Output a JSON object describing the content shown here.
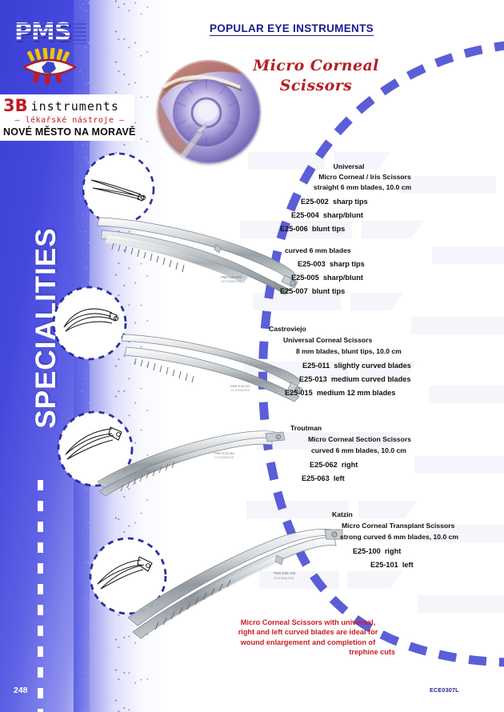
{
  "brand": {
    "logo_text": "PMS",
    "logo_icon": "eye-logo-icon",
    "name_3b": "3B",
    "name_instruments": "instruments",
    "tagline_cz": "— lékařské nástroje —",
    "city": "NOVÉ MĚSTO NA MORAVĚ",
    "side_tab": "SPECIALITIES"
  },
  "header": {
    "title": "POPULAR EYE INSTRUMENTS",
    "section_title_line1": "Micro Corneal",
    "section_title_line2": "Scissors"
  },
  "products": [
    {
      "id": "universal",
      "maker": "Universal",
      "name": "Micro Corneal / Iris Scissors",
      "spec": "straight 6 mm blades,  10.0 cm",
      "items": [
        {
          "code": "E25-002",
          "desc": "sharp tips"
        },
        {
          "code": "E25-004",
          "desc": "sharp/blunt"
        },
        {
          "code": "E25-006",
          "desc": "blunt tips"
        }
      ],
      "subgroup_spec": "curved 6 mm blades",
      "subgroup_items": [
        {
          "code": "E25-003",
          "desc": "sharp tips"
        },
        {
          "code": "E25-005",
          "desc": "sharp/blunt"
        },
        {
          "code": "E25-007",
          "desc": "blunt tips"
        }
      ]
    },
    {
      "id": "castroviejo",
      "maker": "Castroviejo",
      "name": "Universal Corneal Scissors",
      "spec": "8 mm blades, blunt tips, 10.0 cm",
      "items": [
        {
          "code": "E25-011",
          "desc": "slightly curved blades"
        },
        {
          "code": "E25-013",
          "desc": "medium curved blades"
        },
        {
          "code": "E25-015",
          "desc": "medium 12 mm blades"
        }
      ]
    },
    {
      "id": "troutman",
      "maker": "Troutman",
      "name": "Micro Corneal Section Scissors",
      "spec": "curved 6 mm blades, 10.0 cm",
      "items": [
        {
          "code": "E25-062",
          "desc": "right"
        },
        {
          "code": "E25-063",
          "desc": "left"
        }
      ]
    },
    {
      "id": "katzin",
      "maker": "Katzin",
      "name": "Micro Corneal Transplant Scissors",
      "spec": "strong curved 6 mm blades, 10.0 cm",
      "items": [
        {
          "code": "E25-100",
          "desc": "right"
        },
        {
          "code": "E25-101",
          "desc": "left"
        }
      ]
    }
  ],
  "footnote": {
    "line1": "Micro Corneal Scissors with universal,",
    "line2": "right and left curved blades are ideal for",
    "line3": "wound enlargement and completion of",
    "line4": "trephine cuts"
  },
  "footer": {
    "page_number": "248",
    "doc_code": "ECE0307L"
  },
  "figures": {
    "eye_photo_alt": "surgical-eye-closeup-photo",
    "insets": [
      "blade-tip-detail-straight",
      "blade-tip-detail-curved",
      "blade-tip-detail-section",
      "blade-tip-detail-transplant"
    ]
  },
  "colors": {
    "brand_blue": "#3b3fd4",
    "title_navy": "#1b1b8f",
    "script_red": "#b51f25",
    "footnote_red": "#c81f26",
    "arc_blue": "#5b5ed6",
    "logo_red": "#c01a22"
  }
}
